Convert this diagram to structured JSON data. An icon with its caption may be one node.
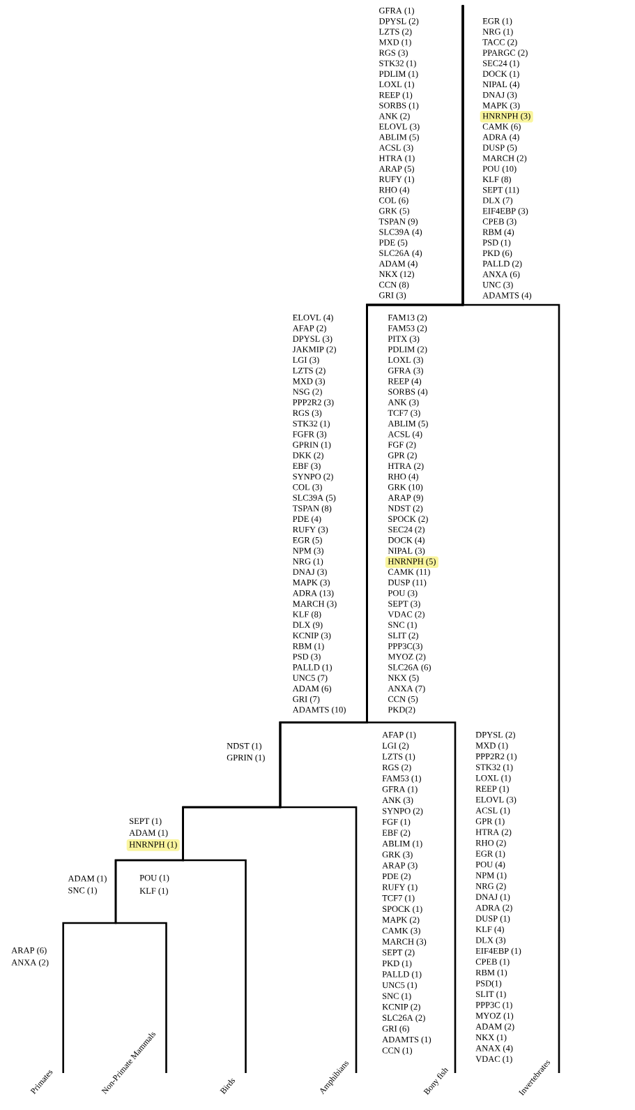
{
  "diagram": {
    "nodes": [
      {
        "text": [
          "Primates"
        ]
      },
      {
        "text": [
          "Non-Primate Mammals"
        ]
      },
      {
        "text": [
          "Birds"
        ]
      },
      {
        "text": [
          "Amphibians"
        ]
      },
      {
        "text": [
          "Bony fish"
        ]
      },
      {
        "text": [
          "Invertebrates"
        ]
      }
    ],
    "edges": [
      {
        "from": null,
        "to": 0,
        "arrow": "none"
      },
      {
        "from": null,
        "to": 1,
        "arrow": "none"
      },
      {
        "from": null,
        "to": 2,
        "arrow": "none"
      },
      {
        "from": null,
        "to": 3,
        "arrow": "none"
      },
      {
        "from": null,
        "to": 4,
        "arrow": "none"
      },
      {
        "from": null,
        "to": 5,
        "arrow": "none"
      }
    ],
    "labels": [
      "GFRA (1)",
      "DPYSL (2)",
      "LZTS (2)",
      "MXD (1)",
      "RGS (3)",
      "STK32 (1)",
      "PDLIM (1)",
      "LOXL (1)",
      "REEP (1)",
      "SORBS (1)",
      "ANK (2)",
      "ELOVL (3)",
      "ABLIM (5)",
      "ACSL (3)",
      "HTRA (1)",
      "ARAP (5)",
      "RUFY (1)",
      "RHO (4)",
      "COL (6)",
      "GRK (5)",
      "TSPAN (9)",
      "SLC39A (4)",
      "PDE (5)",
      "SLC26A (4)",
      "ADAM (4)",
      "NKX (12)",
      "CCN (8)",
      "GRI (3)",
      "EGR (1)",
      "NRG (1)",
      "TACC (2)",
      "PPARGC (2)",
      "SEC24 (1)",
      "DOCK (1)",
      "NIPAL (4)",
      "DNAJ (3)",
      "MAPK (3)",
      "HNRNPH (3)",
      "CAMK (6)",
      "ADRA (4)",
      "DUSP (5)",
      "MARCH (2)",
      "POU (10)",
      "KLF (8)",
      "SEPT (11)",
      "DLX (7)",
      "EIF4EBP (3)",
      "CPEB (3)",
      "RBM (4)",
      "PSD (1)",
      "PKD (6)",
      "PALLD (2)",
      "ANXA (6)",
      "UNC (3)",
      "ADAMTS (4)",
      "ELOVL (4)",
      "AFAP (2)",
      "DPYSL (3)",
      "JAKMIP (2)",
      "LGI (3)",
      "LZTS (2)",
      "MXD (3)",
      "NSG (2)",
      "PPP2R2 (3)",
      "RGS (3)",
      "STK32 (1)",
      "FGFR (3)",
      "GPRIN (1)",
      "DKK (2)",
      "EBF (3)",
      "SYNPO (2)",
      "COL (3)",
      "SLC39A (5)",
      "TSPAN (8)",
      "PDE (4)",
      "RUFY (3)",
      "EGR (5)",
      "NPM (3)",
      "NRG (1)",
      "DNAJ (3)",
      "MAPK (3)",
      "ADRA (13)",
      "MARCH (3)",
      "KLF (8)",
      "DLX (9)",
      "KCNIP (3)",
      "RBM (1)",
      "PSD (3)",
      "PALLD (1)",
      "UNC5 (7)",
      "ADAM (6)",
      "GRI (7)",
      "ADAMTS (10)",
      "FAM13 (2)",
      "FAM53 (2)",
      "PITX (3)",
      "PDLIM (2)",
      "LOXL (3)",
      "GFRA (3)",
      "REEP (4)",
      "SORBS (4)",
      "ANK (3)",
      "TCF7 (3)",
      "ABLIM (5)",
      "ACSL (4)",
      "FGF (2)",
      "GPR (2)",
      "HTRA (2)",
      "RHO (4)",
      "GRK (10)",
      "ARAP (9)",
      "NDST (2)",
      "SPOCK (2)",
      "SEC24 (2)",
      "DOCK (4)",
      "NIPAL (3)",
      "HNRNPH (5)",
      "CAMK (11)",
      "DUSP (11)",
      "POU (3)",
      "SEPT (3)",
      "VDAC (2)",
      "SNC (1)",
      "SLIT (2)",
      "PPP3C(3)",
      "MYOZ (2)",
      "SLC26A (6)",
      "NKX (5)",
      "ANXA (7)",
      "CCN (5)",
      "PKD(2)",
      "NDST (1)",
      "GPRIN (1)",
      "AFAP (1)",
      "LGI (2)",
      "LZTS (1)",
      "RGS (2)",
      "FAM53 (1)",
      "GFRA (1)",
      "ANK (3)",
      "SYNPO (2)",
      "FGF (1)",
      "EBF (2)",
      "ABLIM (1)",
      "GRK (3)",
      "ARAP (3)",
      "PDE (2)",
      "RUFY (1)",
      "TCF7 (1)",
      "SPOCK (1)",
      "MAPK (2)",
      "CAMK (3)",
      "MARCH (3)",
      "SEPT (2)",
      "PKD (1)",
      "PALLD (1)",
      "UNC5 (1)",
      "SNC (1)",
      "KCNIP (2)",
      "SLC26A (2)",
      "GRI (6)",
      "ADAMTS (1)",
      "CCN (1)",
      "DPYSL (2)",
      "MXD (1)",
      "PPP2R2 (1)",
      "STK32 (1)",
      "LOXL (1)",
      "REEP (1)",
      "ELOVL (3)",
      "ACSL (1)",
      "GPR (1)",
      "HTRA (2)",
      "RHO (2)",
      "EGR (1)",
      "POU (4)",
      "NPM (1)",
      "NRG (2)",
      "DNAJ (1)",
      "ADRA (2)",
      "DUSP (1)",
      "KLF (4)",
      "DLX (3)",
      "EIF4EBP (1)",
      "CPEB (1)",
      "RBM (1)",
      "PSD(1)",
      "SLIT (1)",
      "PPP3C (1)",
      "MYOZ (1)",
      "ADAM (2)",
      "NKX (1)",
      "ANAX (4)",
      "VDAC (1)",
      "SEPT (1)",
      "ADAM (1)",
      "HNRNPH (1)",
      "ADAM (1)",
      "SNC (1)",
      "POU (1)",
      "KLF (1)",
      "ARAP (6)",
      "ANXA (2)"
    ]
  }
}
